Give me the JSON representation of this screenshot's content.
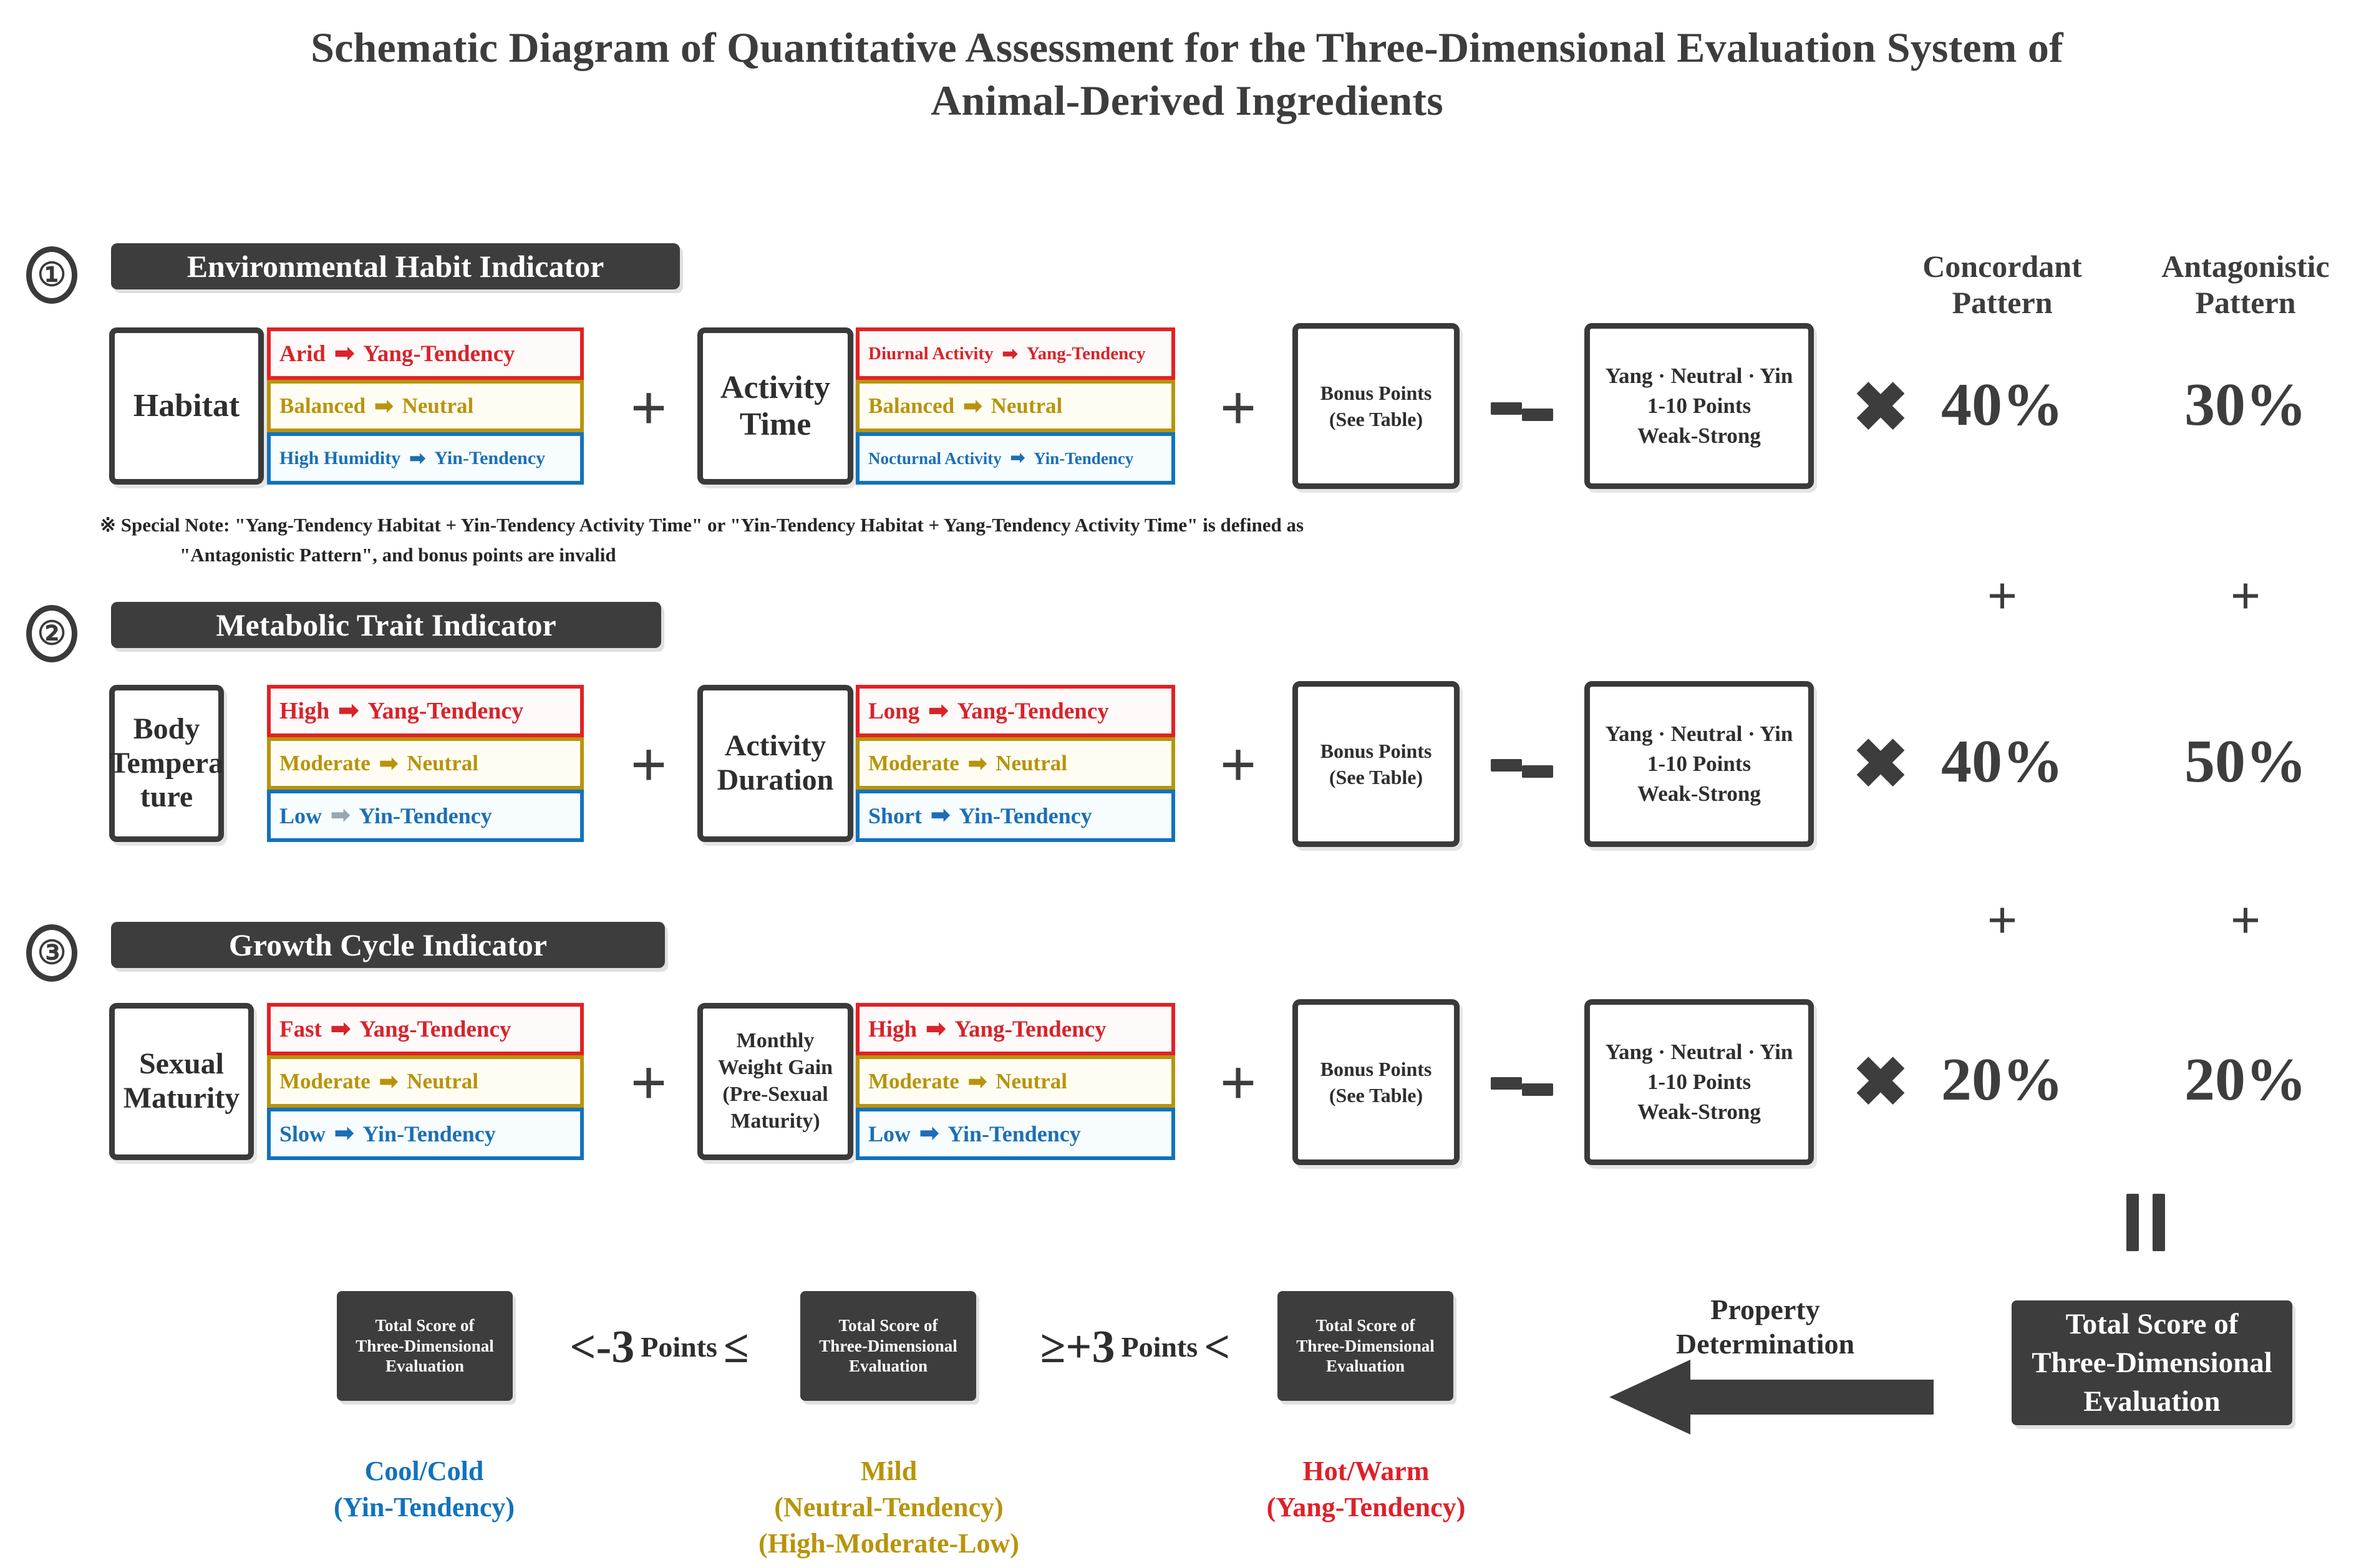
{
  "title": {
    "line1": "Schematic Diagram of Quantitative Assessment for the Three-Dimensional Evaluation System of",
    "line2": "Animal-Derived Ingredients"
  },
  "columns": {
    "concordant": "Concordant\nPattern",
    "concordant_l1": "Concordant",
    "concordant_l2": "Pattern",
    "antagonistic_l1": "Antagonistic",
    "antagonistic_l2": "Pattern"
  },
  "glyphs": {
    "plus": "+",
    "multiply": "✖",
    "arrow_right": "➡",
    "lt": "<",
    "lte": "≤",
    "gte": "≥",
    "points_word": "Points"
  },
  "rows": [
    {
      "number": "①",
      "banner": "Environmental Habit Indicator",
      "factor_a": {
        "title": "Habitat",
        "options": [
          {
            "left": "Arid",
            "right": "Yang-Tendency",
            "kind": "yang"
          },
          {
            "left": "Balanced",
            "right": "Neutral",
            "kind": "neu"
          },
          {
            "left": "High Humidity",
            "right": "Yin-Tendency",
            "kind": "yin"
          }
        ]
      },
      "factor_b": {
        "title": "Activity\nTime",
        "title_l1": "Activity",
        "title_l2": "Time",
        "options": [
          {
            "left": "Diurnal Activity",
            "right": "Yang-Tendency",
            "kind": "yang"
          },
          {
            "left": "Balanced",
            "right": "Neutral",
            "kind": "neu"
          },
          {
            "left": "Nocturnal Activity",
            "right": "Yin-Tendency",
            "kind": "yin"
          }
        ]
      },
      "bonus_l1": "Bonus Points",
      "bonus_l2": "(See Table)",
      "result_l1": "Yang · Neutral · Yin",
      "result_l2": "1-10 Points",
      "result_l3": "Weak-Strong",
      "concordant_pct": "40%",
      "antagonistic_pct": "30%"
    },
    {
      "number": "②",
      "banner": "Metabolic Trait Indicator",
      "factor_a": {
        "title_l1": "Body",
        "title_l2": "Tempera",
        "title_l3": "ture",
        "options": [
          {
            "left": "High",
            "right": "Yang-Tendency",
            "kind": "yang"
          },
          {
            "left": "Moderate",
            "right": "Neutral",
            "kind": "neu"
          },
          {
            "left": "Low",
            "right": "Yin-Tendency",
            "kind": "yin",
            "faint": true
          }
        ]
      },
      "factor_b": {
        "title_l1": "Activity",
        "title_l2": "Duration",
        "options": [
          {
            "left": "Long",
            "right": "Yang-Tendency",
            "kind": "yang"
          },
          {
            "left": "Moderate",
            "right": "Neutral",
            "kind": "neu"
          },
          {
            "left": "Short",
            "right": "Yin-Tendency",
            "kind": "yin"
          }
        ]
      },
      "bonus_l1": "Bonus Points",
      "bonus_l2": "(See Table)",
      "result_l1": "Yang · Neutral · Yin",
      "result_l2": "1-10 Points",
      "result_l3": "Weak-Strong",
      "concordant_pct": "40%",
      "antagonistic_pct": "50%"
    },
    {
      "number": "③",
      "banner": "Growth Cycle Indicator",
      "factor_a": {
        "title_l1": "Sexual",
        "title_l2": "Maturity",
        "options": [
          {
            "left": "Fast",
            "right": "Yang-Tendency",
            "kind": "yang"
          },
          {
            "left": "Moderate",
            "right": "Neutral",
            "kind": "neu"
          },
          {
            "left": "Slow",
            "right": "Yin-Tendency",
            "kind": "yin"
          }
        ]
      },
      "factor_b": {
        "title_l1": "Monthly",
        "title_l2": "Weight Gain",
        "title_l3": "(Pre-Sexual",
        "title_l4": "Maturity)",
        "options": [
          {
            "left": "High",
            "right": "Yang-Tendency",
            "kind": "yang"
          },
          {
            "left": "Moderate",
            "right": "Neutral",
            "kind": "neu"
          },
          {
            "left": "Low",
            "right": "Yin-Tendency",
            "kind": "yin"
          }
        ]
      },
      "bonus_l1": "Bonus Points",
      "bonus_l2": "(See Table)",
      "result_l1": "Yang · Neutral · Yin",
      "result_l2": "1-10 Points",
      "result_l3": "Weak-Strong",
      "concordant_pct": "20%",
      "antagonistic_pct": "20%"
    }
  ],
  "note": {
    "line1": "※ Special Note: \"Yang-Tendency Habitat + Yin-Tendency Activity Time\" or \"Yin-Tendency Habitat + Yang-Tendency Activity Time\" is defined as",
    "line2": "\"Antagonistic Pattern\", and bonus points are invalid"
  },
  "bottom": {
    "total_box_l1": "Total Score of",
    "total_box_l2": "Three-Dimensional",
    "total_box_l3": "Evaluation",
    "property_determination_l1": "Property",
    "property_determination_l2": "Determination",
    "threshold_low": {
      "sign_left": "<",
      "value": "-3",
      "word": "Points",
      "sign_right": "≤"
    },
    "threshold_high": {
      "sign_left": "≥",
      "value": "+3",
      "word": "Points",
      "sign_right": "<"
    },
    "labels": [
      {
        "l1": "Cool/Cold",
        "l2": "(Yin-Tendency)",
        "l3": "",
        "kind": "cool"
      },
      {
        "l1": "Mild",
        "l2": "(Neutral-Tendency)",
        "l3": "(High-Moderate-Low)",
        "kind": "mild"
      },
      {
        "l1": "Hot/Warm",
        "l2": "(Yang-Tendency)",
        "l3": "",
        "kind": "hot"
      }
    ]
  },
  "colors": {
    "yang": "#e32124",
    "neutral": "#b8940c",
    "yin": "#1272bd",
    "dark": "#3d3d3d"
  }
}
